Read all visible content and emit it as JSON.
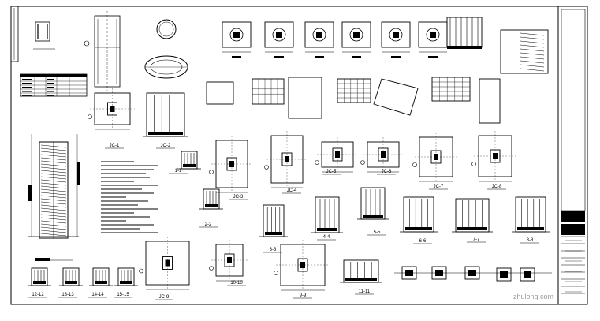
{
  "title_block": {
    "rows": [
      "",
      "",
      "",
      "",
      "",
      "",
      ""
    ]
  },
  "legend": {
    "rows": 5
  },
  "details": [
    {
      "label": "JC-1"
    },
    {
      "label": "JC-2"
    },
    {
      "label": "JC-3"
    },
    {
      "label": "JC-4"
    },
    {
      "label": "JC-5"
    },
    {
      "label": "JC-6"
    },
    {
      "label": "JC-7"
    },
    {
      "label": "JC-8"
    },
    {
      "label": "JC-9"
    },
    {
      "label": "1-1"
    },
    {
      "label": "2-2"
    },
    {
      "label": "3-3"
    },
    {
      "label": "4-4"
    },
    {
      "label": "5-5"
    },
    {
      "label": "6-6"
    },
    {
      "label": "7-7"
    },
    {
      "label": "8-8"
    },
    {
      "label": "9-9"
    },
    {
      "label": "10-10"
    },
    {
      "label": "11-11"
    },
    {
      "label": "12-12"
    },
    {
      "label": "13-13"
    },
    {
      "label": "14-14"
    },
    {
      "label": "15-15"
    }
  ],
  "watermark": "zhulong.com",
  "colors": {
    "ink": "#000000",
    "paper": "#ffffff"
  }
}
